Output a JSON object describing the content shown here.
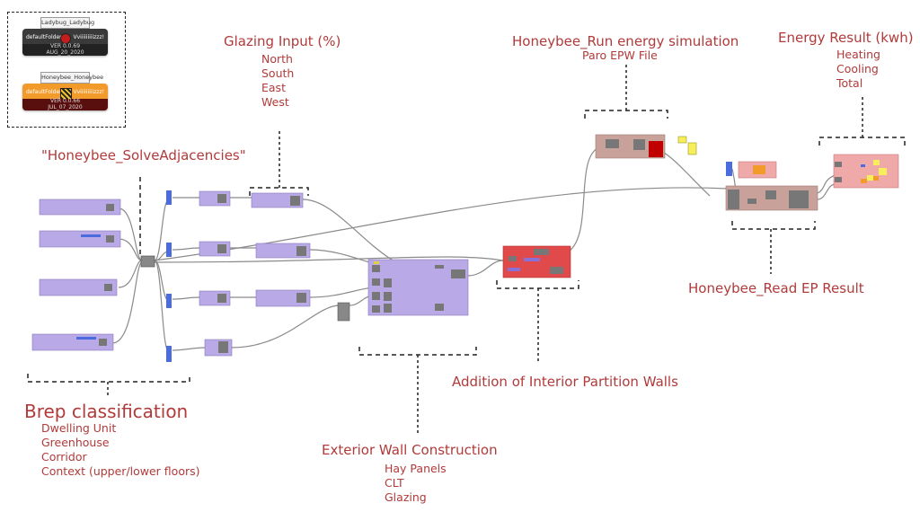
{
  "colors": {
    "label": "#b13a3a",
    "cluster_purple": "#b9a9e6",
    "cluster_red": "#e04a4a",
    "cluster_brown": "#c8a29a",
    "cluster_pink": "#f0a9a9",
    "slider_blue": "#4a6cdf",
    "wire": "#8a8a8a"
  },
  "legend": {
    "ladybug": {
      "title": "Ladybug_Ladybug",
      "input": "defaultFolder_",
      "output": "Vviiiiiiiiizzz!",
      "version": "VER 0.0.69",
      "date": "AUG_20_2020",
      "color": "#3a3a3a",
      "icon": "ladybug-icon"
    },
    "honeybee": {
      "title": "Honeybee_Honeybee",
      "input": "defaultFolder_",
      "output": "Vviiiiiiiiizzz!",
      "version": "VER 0.0.66",
      "date": "JUL_07_2020",
      "color": "#f29b2b",
      "icon": "honeybee-icon"
    }
  },
  "annotations": {
    "glazing": {
      "title": "Glazing Input (%)",
      "items": [
        "North",
        "South",
        "East",
        "West"
      ]
    },
    "solve_adjacencies": {
      "title": "\"Honeybee_SolveAdjacencies\""
    },
    "run_energy": {
      "title": "Honeybee_Run energy simulation",
      "subtitle": "Paro EPW File"
    },
    "energy_result": {
      "title": "Energy Result (kwh)",
      "items": [
        "Heating",
        "Cooling",
        "Total"
      ]
    },
    "read_ep": {
      "title": "Honeybee_Read EP Result"
    },
    "interior_walls": {
      "title": "Addition of Interior Partition Walls"
    },
    "brep": {
      "title": "Brep classification",
      "items": [
        "Dwelling Unit",
        "Greenhouse",
        "Corridor",
        "Context (upper/lower floors)"
      ]
    },
    "exterior_wall": {
      "title": "Exterior Wall Construction",
      "items": [
        "Hay Panels",
        "CLT",
        "Glazing"
      ]
    }
  }
}
